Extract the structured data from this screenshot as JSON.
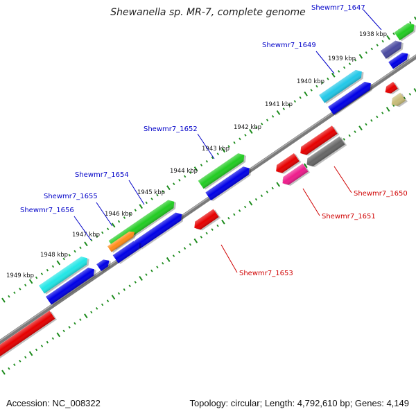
{
  "title": "Shewanella sp. MR-7, complete genome",
  "footer": {
    "accession": "Accession: NC_008322",
    "summary": "Topology: circular; Length: 4,792,610 bp; Genes: 4,149"
  },
  "colors": {
    "forward_label": "#0000c8",
    "reverse_label": "#d00000",
    "tick": "#1a8a1a",
    "backbone": "#888888"
  },
  "kbp_labels": [
    "1938 kbp",
    "1939 kbp",
    "1940 kbp",
    "1941 kbp",
    "1942 kbp",
    "1943 kbp",
    "1944 kbp",
    "1945 kbp",
    "1946 kbp",
    "1947 kbp",
    "1948 kbp",
    "1949 kbp"
  ],
  "gene_labels_forward": [
    "Shewmr7_1647",
    "Shewmr7_1649",
    "Shewmr7_1652",
    "Shewmr7_1654",
    "Shewmr7_1655",
    "Shewmr7_1656"
  ],
  "gene_labels_reverse": [
    "Shewmr7_1650",
    "Shewmr7_1651",
    "Shewmr7_1653"
  ]
}
